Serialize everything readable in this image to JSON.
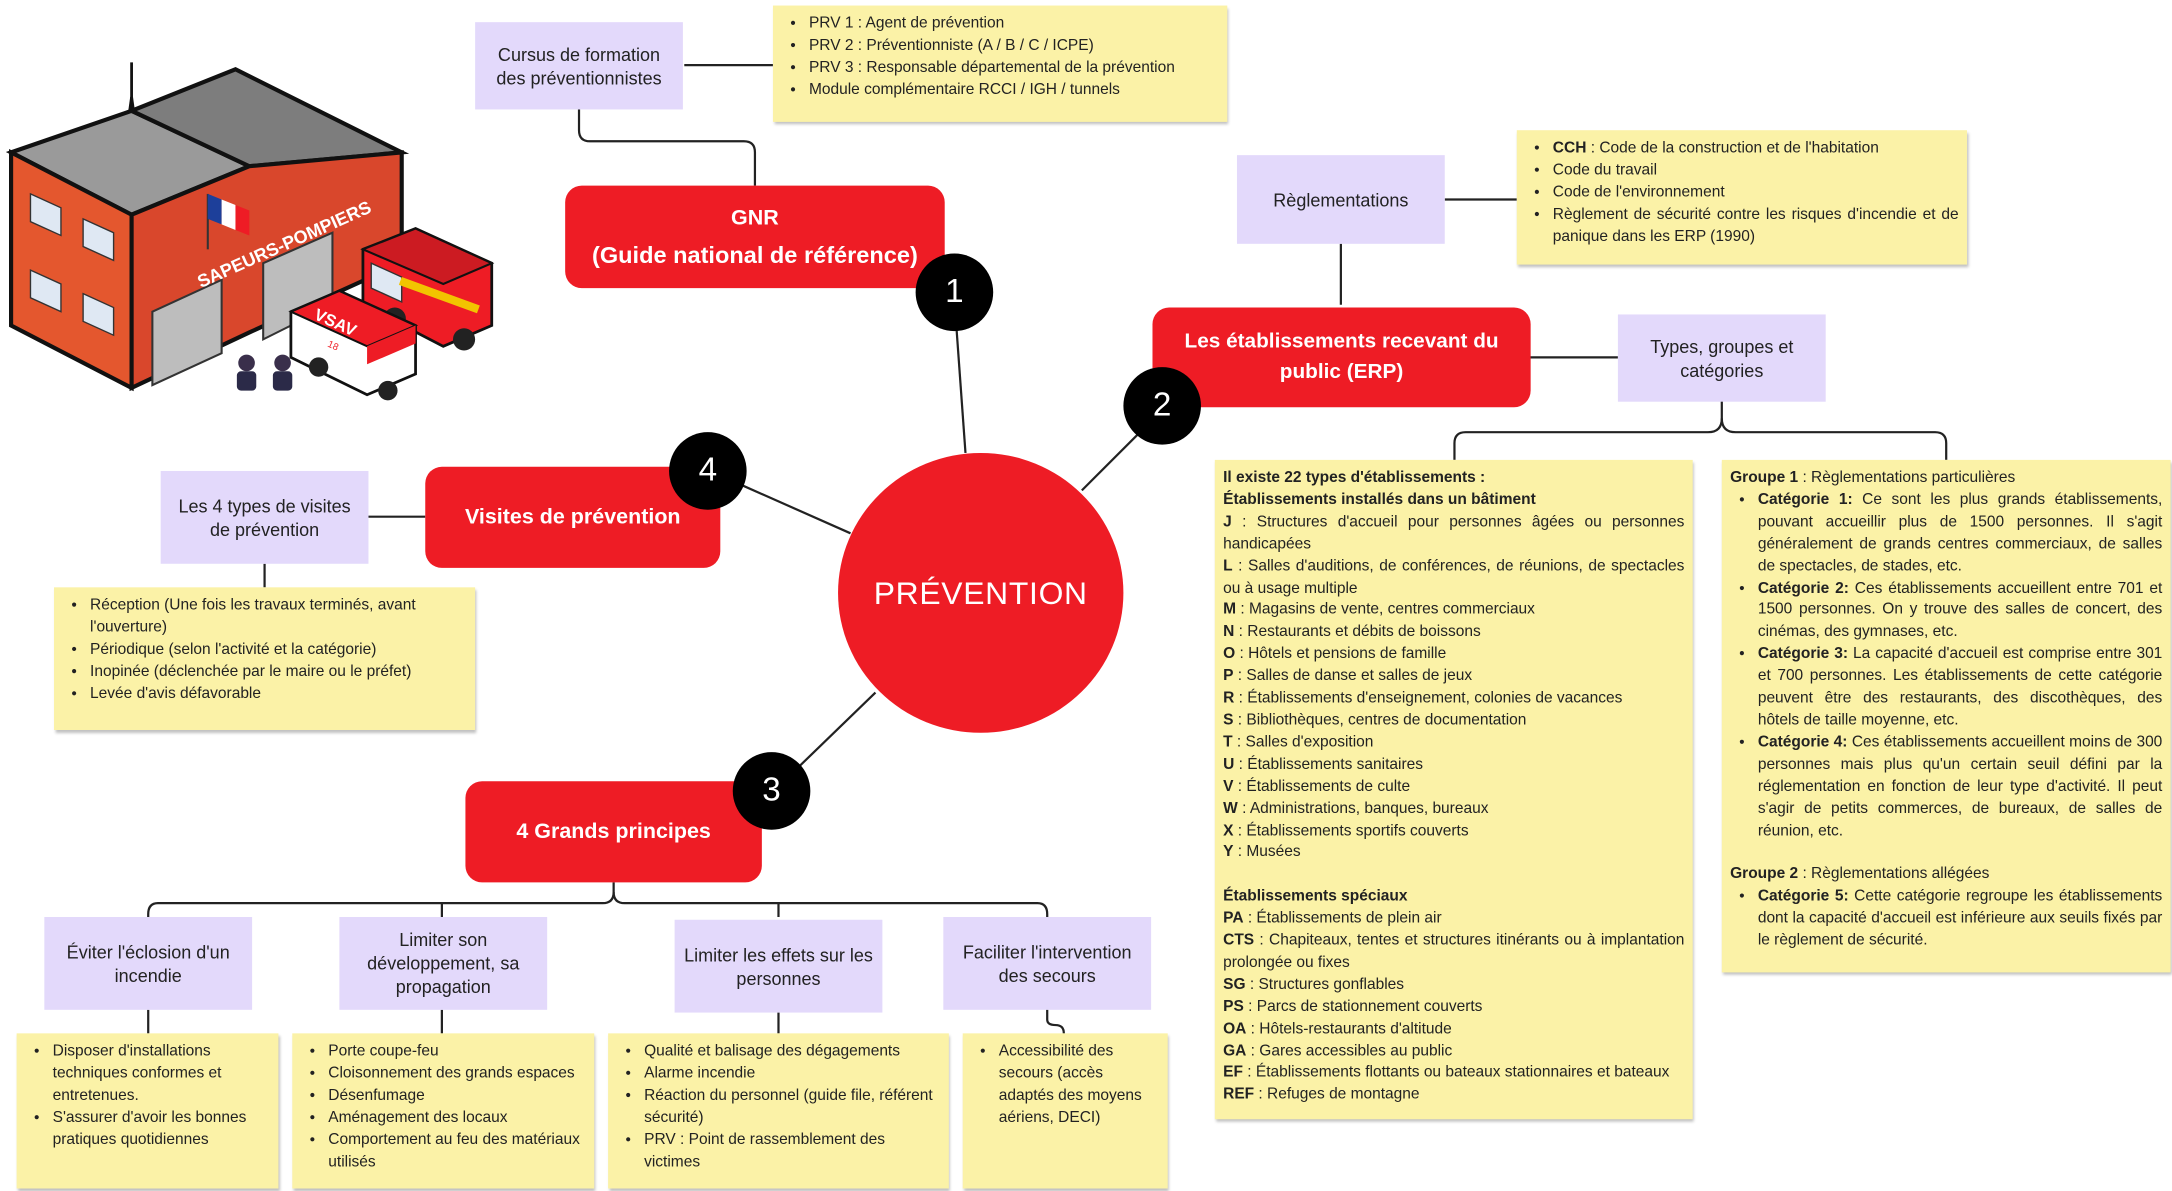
{
  "center": {
    "label": "PRÉVENTION"
  },
  "gnr": {
    "number": "1",
    "title_line1": "GNR",
    "title_line2": "(Guide national de référence)",
    "cursus_label": "Cursus de formation des préventionnistes",
    "cursus_items": [
      "PRV 1 : Agent de prévention",
      "PRV 2 : Préventionniste (A / B / C / ICPE)",
      "PRV 3 : Responsable départemental de la prévention",
      "Module complémentaire RCCI / IGH / tunnels"
    ]
  },
  "erp": {
    "number": "2",
    "title": "Les établissements recevant du public (ERP)",
    "reglementations_label": "Règlementations",
    "reglementations_items": [
      {
        "bold": "CCH",
        "text": " : Code de la construction et de l'habitation"
      },
      {
        "bold": "",
        "text": "Code du travail"
      },
      {
        "bold": "",
        "text": "Code de l'environnement"
      },
      {
        "bold": "",
        "text": "Règlement de sécurité contre les risques d'incendie et de panique dans les ERP (1990)"
      }
    ],
    "types_label": "Types, groupes et catégories",
    "types": {
      "intro": "Il existe 22 types d'établissements :",
      "batiment_heading": "Établissements installés dans un bâtiment",
      "batiment": [
        {
          "code": "J",
          "text": " : Structures d'accueil pour personnes âgées ou personnes handicapées"
        },
        {
          "code": "L",
          "text": " : Salles d'auditions, de conférences, de réunions, de spectacles ou à usage multiple"
        },
        {
          "code": "M",
          "text": " : Magasins de vente, centres commerciaux"
        },
        {
          "code": "N",
          "text": " : Restaurants et débits de boissons"
        },
        {
          "code": "O",
          "text": " : Hôtels et pensions de famille"
        },
        {
          "code": "P",
          "text": " : Salles de danse et salles de jeux"
        },
        {
          "code": "R",
          "text": " : Établissements d'enseignement, colonies de vacances"
        },
        {
          "code": "S",
          "text": " : Bibliothèques, centres de documentation"
        },
        {
          "code": "T",
          "text": " : Salles d'exposition"
        },
        {
          "code": "U",
          "text": " : Établissements sanitaires"
        },
        {
          "code": "V",
          "text": " : Établissements de culte"
        },
        {
          "code": "W",
          "text": " : Administrations, banques, bureaux"
        },
        {
          "code": "X",
          "text": " : Établissements sportifs couverts"
        },
        {
          "code": "Y",
          "text": " : Musées"
        }
      ],
      "speciaux_heading": "Établissements spéciaux",
      "speciaux": [
        {
          "code": "PA",
          "text": " : Établissements de plein air"
        },
        {
          "code": "CTS",
          "text": " : Chapiteaux, tentes et structures itinérants ou à implantation prolongée ou fixes"
        },
        {
          "code": "SG",
          "text": " : Structures gonflables"
        },
        {
          "code": "PS",
          "text": " : Parcs de stationnement couverts"
        },
        {
          "code": "OA",
          "text": " : Hôtels-restaurants d'altitude"
        },
        {
          "code": "GA",
          "text": " : Gares accessibles au public"
        },
        {
          "code": "EF",
          "text": " : Établissements flottants ou bateaux stationnaires et bateaux"
        },
        {
          "code": "REF",
          "text": " : Refuges de montagne"
        }
      ]
    },
    "groupes": {
      "groupe1_bold": "Groupe 1",
      "groupe1_text": " : Règlementations particulières",
      "groupe1_items": [
        {
          "bold": "Catégorie 1:",
          "text": " Ce sont les plus grands établissements, pouvant accueillir plus de 1500 personnes. Il s'agit généralement de grands centres commerciaux, de salles de spectacles, de stades, etc."
        },
        {
          "bold": "Catégorie 2:",
          "text": " Ces établissements accueillent entre 701 et 1500 personnes. On y trouve des salles de concert, des cinémas, des gymnases, etc."
        },
        {
          "bold": "Catégorie 3:",
          "text": " La capacité d'accueil est comprise entre 301 et 700 personnes. Les établissements de cette catégorie peuvent être des restaurants, des discothèques, des hôtels de taille moyenne, etc."
        },
        {
          "bold": "Catégorie 4:",
          "text": " Ces établissements accueillent moins de 300 personnes mais plus qu'un certain seuil défini par la réglementation en fonction de leur type d'activité. Il peut s'agir de petits commerces, de bureaux, de salles de réunion, etc."
        }
      ],
      "groupe2_bold": "Groupe 2",
      "groupe2_text": " : Règlementations allégées",
      "groupe2_items": [
        {
          "bold": "Catégorie 5:",
          "text": " Cette catégorie regroupe les établissements dont la capacité d'accueil est inférieure aux seuils fixés par le règlement de sécurité."
        }
      ]
    }
  },
  "principes": {
    "number": "3",
    "title": "4 Grands principes",
    "columns": [
      {
        "label": "Éviter l'éclosion d'un incendie",
        "items": [
          "Disposer d'installations techniques conformes et entretenues.",
          "S'assurer d'avoir les bonnes pratiques quotidiennes"
        ]
      },
      {
        "label": "Limiter son développement, sa propagation",
        "items": [
          "Porte coupe-feu",
          "Cloisonnement des grands espaces",
          "Désenfumage",
          "Aménagement des locaux",
          "Comportement au feu des matériaux utilisés"
        ]
      },
      {
        "label": "Limiter les effets sur les personnes",
        "items": [
          "Qualité et balisage des dégagements",
          "Alarme incendie",
          "Réaction du personnel (guide file, référent sécurité)",
          "PRV : Point de rassemblement des victimes"
        ]
      },
      {
        "label": "Faciliter l'intervention des secours",
        "items": [
          "Accessibilité des secours (accès adaptés des moyens aériens, DECI)"
        ]
      }
    ]
  },
  "visites": {
    "number": "4",
    "title": "Visites de prévention",
    "types_label": "Les 4 types de visites de prévention",
    "items": [
      "Réception (Une fois les travaux terminés, avant l'ouverture)",
      "Périodique (selon l'activité et la catégorie)",
      "Inopinée (déclenchée par le maire ou le préfet)",
      "Levée d'avis défavorable"
    ]
  },
  "illustration": {
    "sign": "SAPEURS-POMPIERS",
    "vsav": "VSAV",
    "vsav_number": "18"
  },
  "colors": {
    "red": "#ee1c25",
    "lavender": "#e3d9fb",
    "yellow": "#fbf2a7",
    "black": "#000000"
  }
}
